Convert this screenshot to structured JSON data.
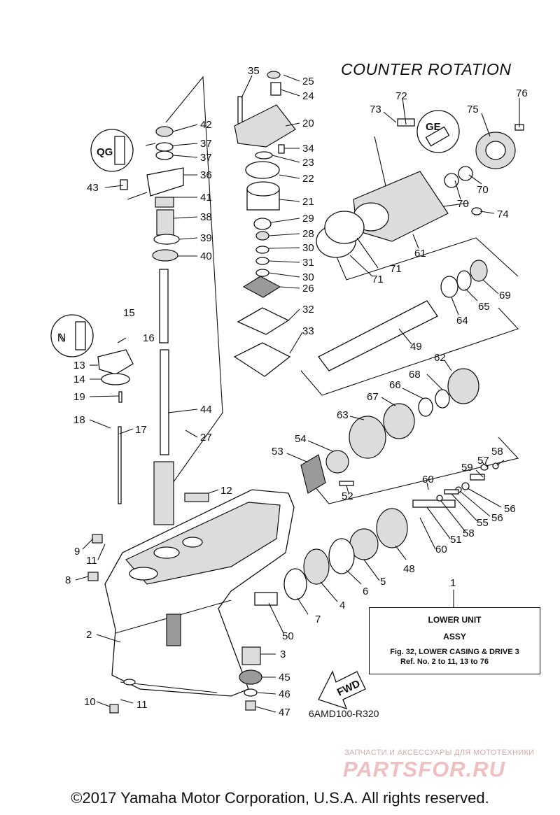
{
  "title": "COUNTER ROTATION",
  "info": {
    "line1": "LOWER UNIT",
    "line2": "ASSY",
    "line3": "Fig. 32, LOWER CASING & DRIVE 3",
    "line4": "Ref. No. 2 to 11, 13 to 76"
  },
  "fwd_label": "FWD",
  "diagram_code": "6AMD100-R320",
  "watermark_small": "ЗАПЧАСТИ И АКСЕССУАРЫ ДЛЯ МОТОТЕХНИКИ",
  "watermark_brand": "PARTSFOR.RU",
  "copyright": "©2017 Yamaha Motor Corporation, U.S.A. All rights reserved.",
  "callouts": [
    "1",
    "2",
    "3",
    "4",
    "5",
    "6",
    "7",
    "8",
    "9",
    "10",
    "11",
    "11",
    "12",
    "13",
    "14",
    "15",
    "16",
    "17",
    "18",
    "19",
    "20",
    "21",
    "22",
    "23",
    "24",
    "25",
    "26",
    "27",
    "28",
    "29",
    "30",
    "30",
    "31",
    "32",
    "33",
    "34",
    "35",
    "36",
    "37",
    "37",
    "38",
    "39",
    "40",
    "41",
    "42",
    "43",
    "44",
    "45",
    "46",
    "47",
    "48",
    "49",
    "50",
    "51",
    "52",
    "53",
    "54",
    "55",
    "56",
    "56",
    "57",
    "58",
    "58",
    "59",
    "60",
    "60",
    "61",
    "62",
    "63",
    "64",
    "65",
    "66",
    "67",
    "68",
    "69",
    "70",
    "70",
    "71",
    "71",
    "72",
    "73",
    "74",
    "75",
    "76"
  ]
}
